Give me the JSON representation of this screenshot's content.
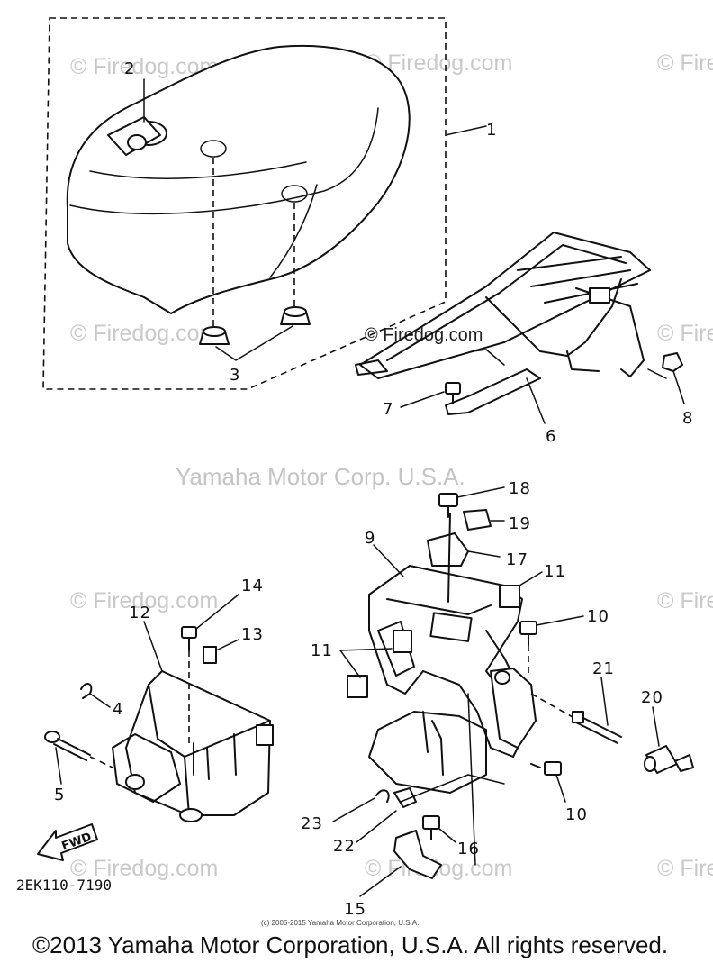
{
  "watermarks": {
    "firedog": "© Firedog.com",
    "firedog_short": "© Fire",
    "firedog_center": "© Firedog.com",
    "manufacturer": "Yamaha Motor Corp. U.S.A."
  },
  "callouts": {
    "c1": "1",
    "c2": "2",
    "c3": "3",
    "c4": "4",
    "c5": "5",
    "c6": "6",
    "c7": "7",
    "c8": "8",
    "c9": "9",
    "c10a": "10",
    "c10b": "10",
    "c11a": "11",
    "c11b": "11",
    "c12": "12",
    "c13": "13",
    "c14": "14",
    "c15": "15",
    "c16": "16",
    "c17": "17",
    "c18": "18",
    "c19": "19",
    "c20": "20",
    "c21": "21",
    "c22": "22",
    "c23": "23"
  },
  "diagram_code": "2EK110-7190",
  "fwd_label": "FWD",
  "small_copyright": "(c) 2005-2015 Yamaha Motor Corporation, U.S.A.",
  "footer_copyright": "©2013 Yamaha Motor Corporation, U.S.A. All rights reserved."
}
